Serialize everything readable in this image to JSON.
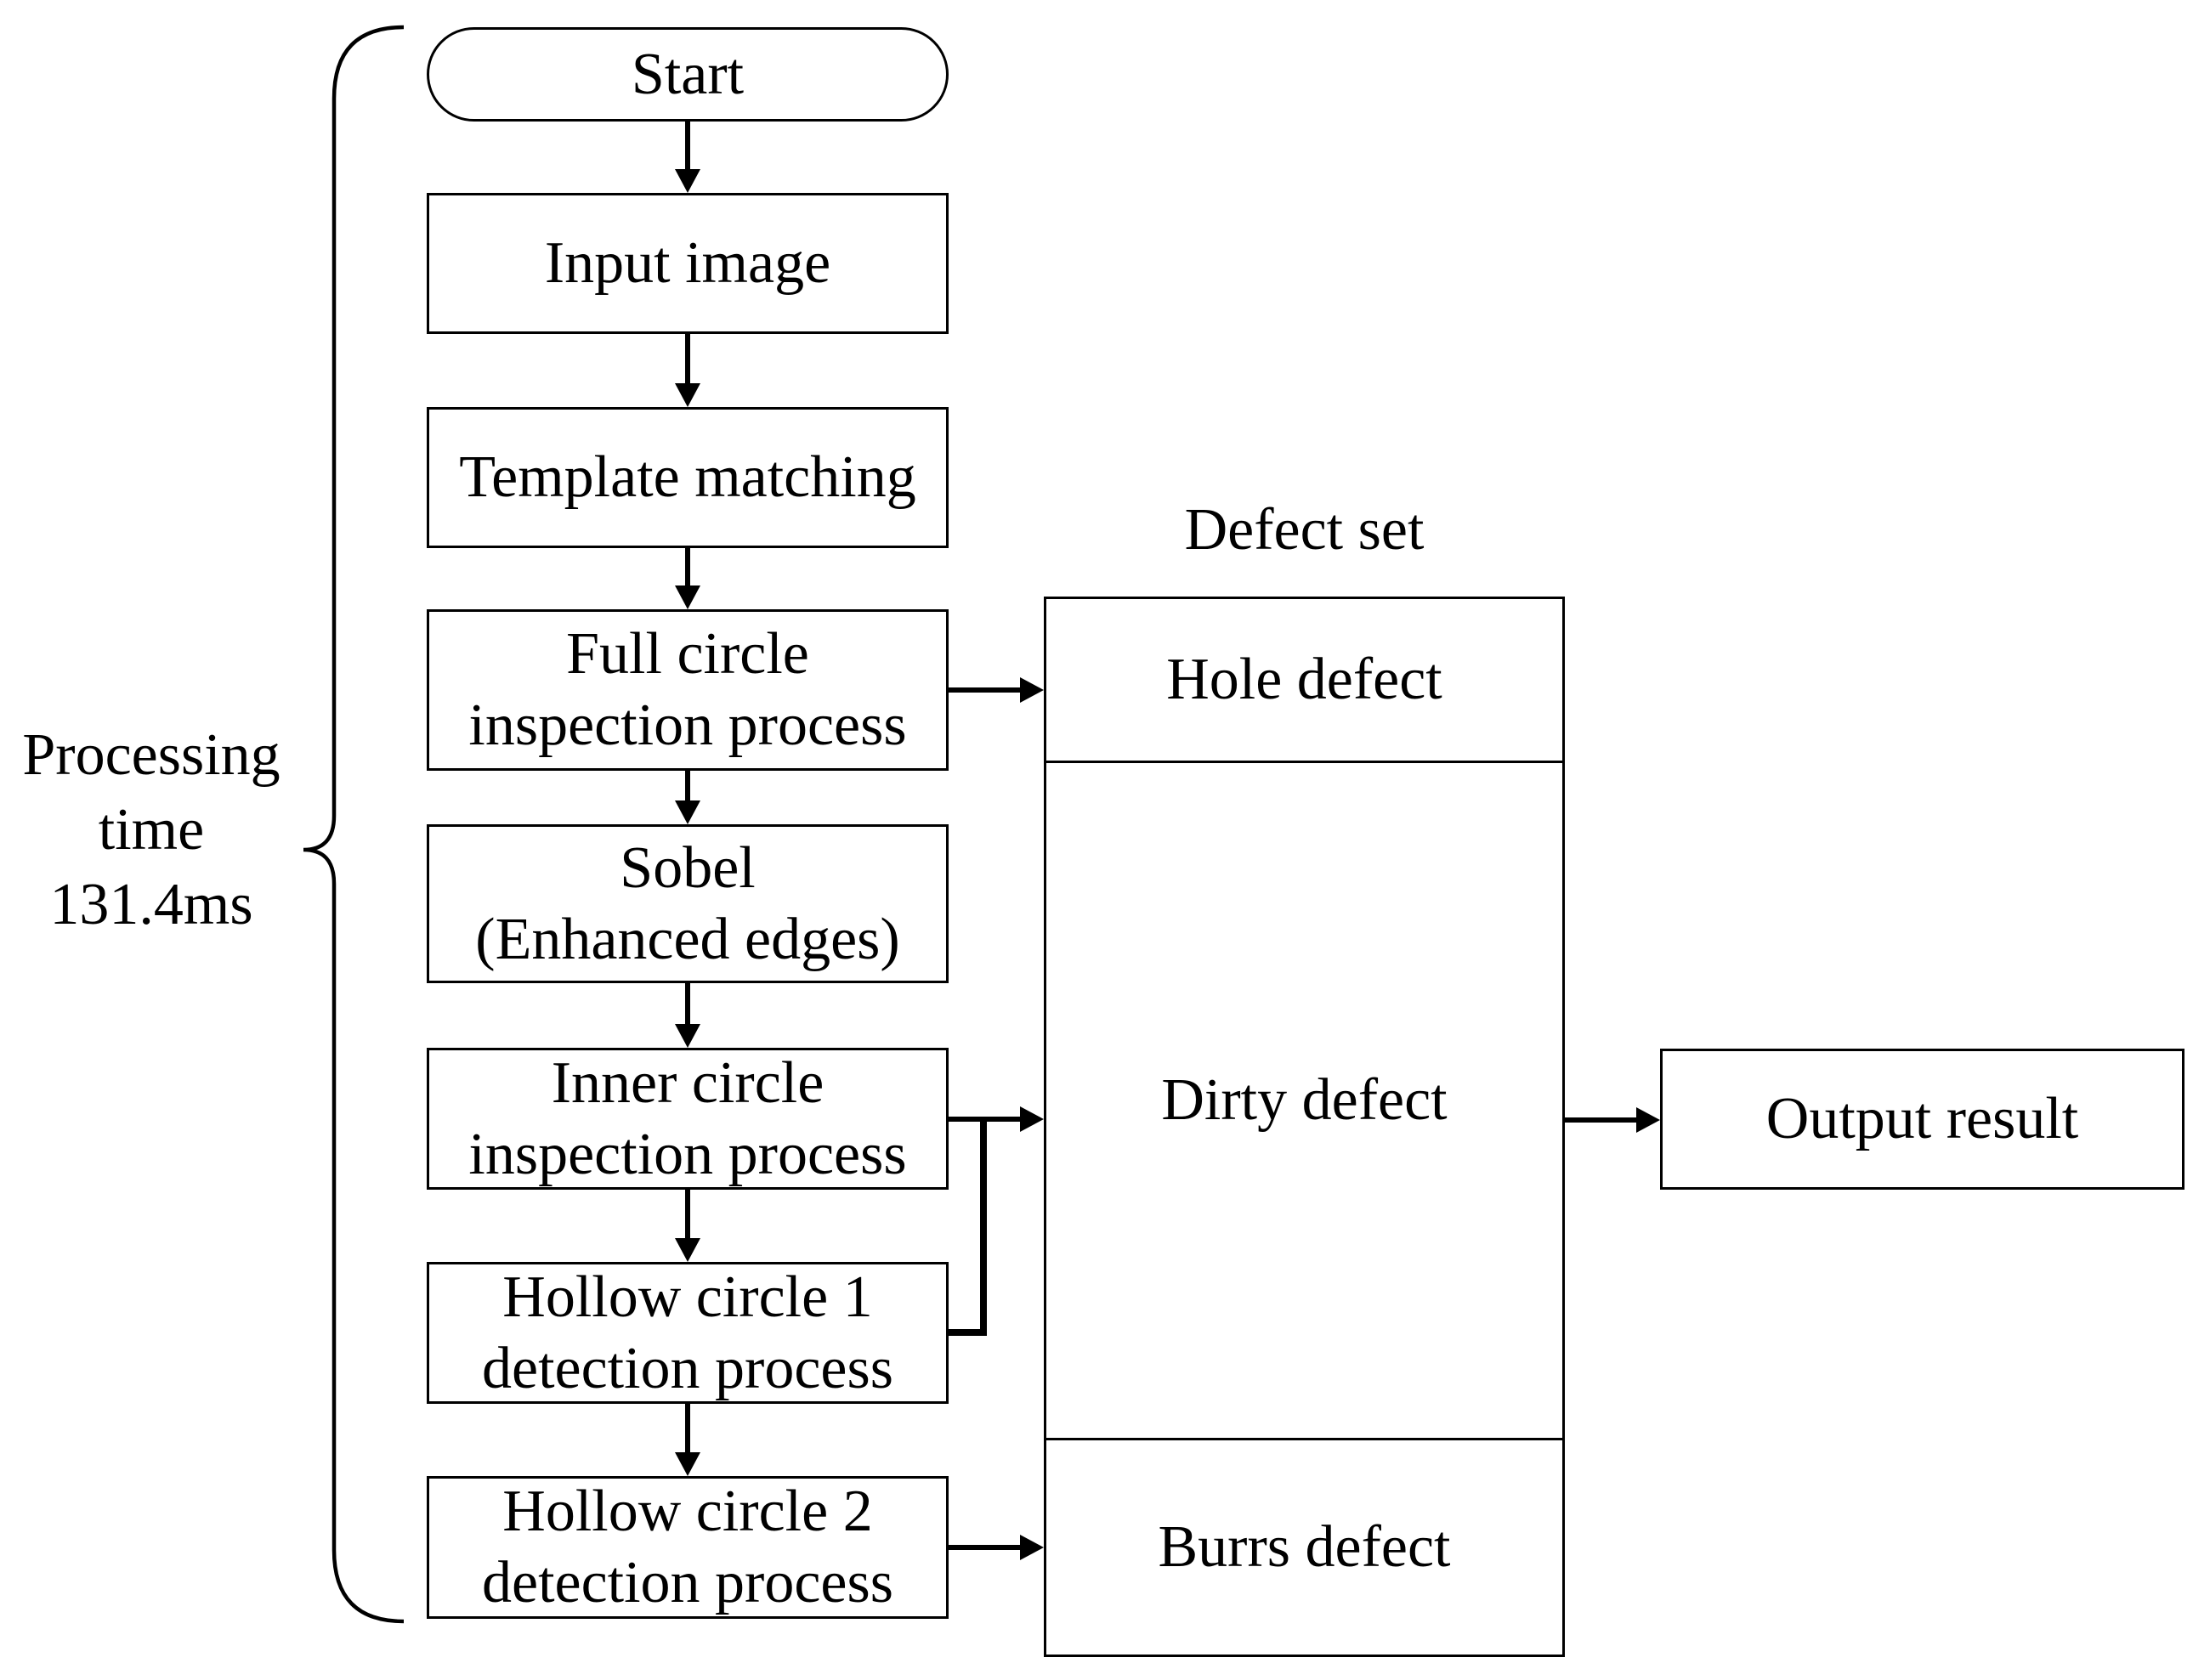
{
  "page": {
    "background": "#ffffff",
    "line_color": "#000000"
  },
  "flow": {
    "steps": [
      {
        "id": "start",
        "label": "Start"
      },
      {
        "id": "input-image",
        "label": "Input image"
      },
      {
        "id": "template-matching",
        "label": "Template matching"
      },
      {
        "id": "full-circle-inspection",
        "label": "Full circle\ninspection process"
      },
      {
        "id": "sobel",
        "label": "Sobel\n(Enhanced edges)"
      },
      {
        "id": "inner-circle-inspection",
        "label": "Inner circle\ninspection process"
      },
      {
        "id": "hollow-circle-1-detection",
        "label": "Hollow circle 1\ndetection process"
      },
      {
        "id": "hollow-circle-2-detection",
        "label": "Hollow circle 2\ndetection process"
      }
    ]
  },
  "annotation": {
    "processing_time": "Processing\ntime\n131.4ms"
  },
  "defect_set": {
    "title": "Defect set",
    "cells": [
      {
        "label": "Hole defect"
      },
      {
        "label": "Dirty defect"
      },
      {
        "label": "Burrs defect"
      }
    ]
  },
  "output": {
    "label": "Output result"
  }
}
